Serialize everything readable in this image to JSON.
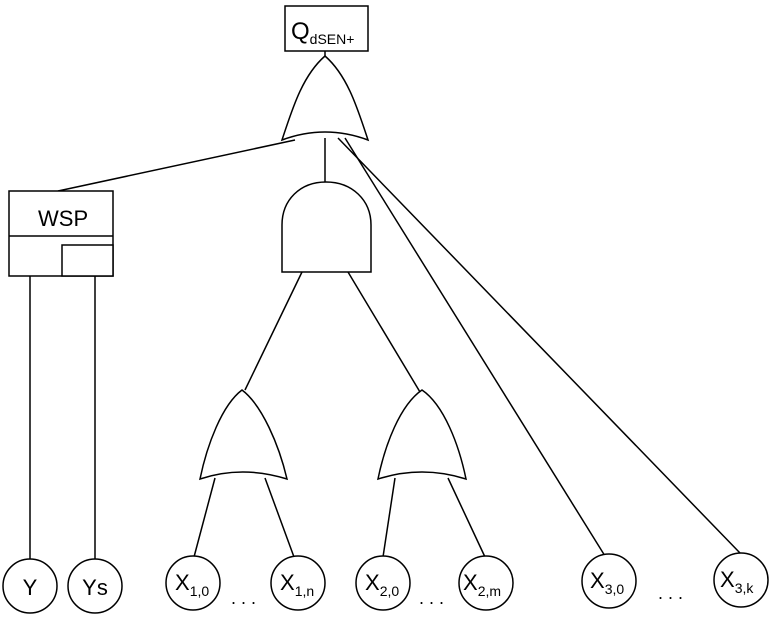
{
  "top_event": {
    "main": "Q",
    "subscript": "dSEN+"
  },
  "wsp_gate": {
    "label": "WSP"
  },
  "dots": ". . .",
  "basic_events": [
    {
      "main": "Y",
      "subscript": ""
    },
    {
      "main": "Ys",
      "subscript": ""
    },
    {
      "main": "X",
      "subscript": "1,0"
    },
    {
      "main": "X",
      "subscript": "1,n"
    },
    {
      "main": "X",
      "subscript": "2,0"
    },
    {
      "main": "X",
      "subscript": "2,m"
    },
    {
      "main": "X",
      "subscript": "3,0"
    },
    {
      "main": "X",
      "subscript": "3,k"
    }
  ]
}
